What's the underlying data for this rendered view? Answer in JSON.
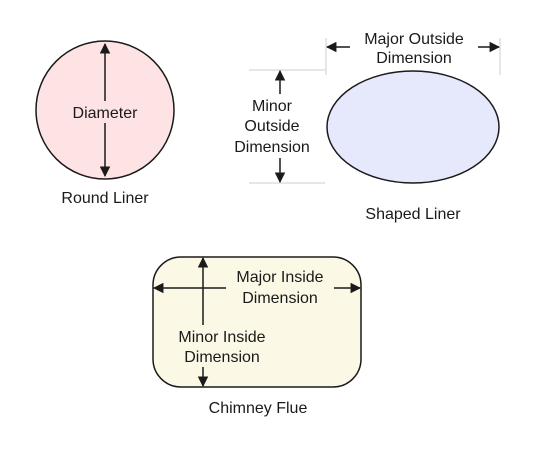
{
  "colors": {
    "round_fill": "#fde3e3",
    "shaped_fill": "#e6e8fb",
    "flue_fill": "#fbf8e6",
    "stroke": "#1a1a1a"
  },
  "round": {
    "dimension_label": "Diameter",
    "caption": "Round Liner"
  },
  "shaped": {
    "major_label_line1": "Major Outside",
    "major_label_line2": "Dimension",
    "minor_label_line1": "Minor",
    "minor_label_line2": "Outside",
    "minor_label_line3": "Dimension",
    "caption": "Shaped Liner"
  },
  "flue": {
    "major_label_line1": "Major Inside",
    "major_label_line2": "Dimension",
    "minor_label_line1": "Minor Inside",
    "minor_label_line2": "Dimension",
    "caption": "Chimney Flue"
  }
}
